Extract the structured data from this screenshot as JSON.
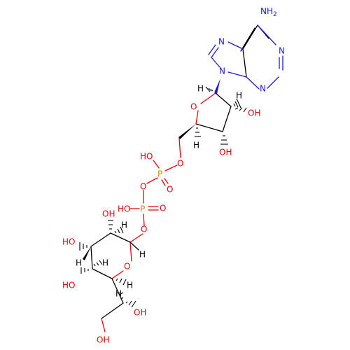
{
  "colors": {
    "oxygen": "#e8000b",
    "nitrogen": "#1b1bd6",
    "phosphorus": "#d08a00",
    "carbon": "#000000",
    "background": "#ffffff"
  },
  "labels": {
    "adenine_nh2": "NH",
    "adenine_nh2_sub": "2",
    "n_top_left": "N",
    "n_top_right": "N",
    "n_bottom": "N",
    "n_glycosidic": "N",
    "ribose_o": "O",
    "ribose_h1": "H",
    "ribose_h2": "H",
    "ribose_oh2": "OH",
    "ribose_oh3": "OH",
    "ribose_h4": "H",
    "ch2_o": "O",
    "p1_oh": "HO",
    "p1": "P",
    "p1_o_double": "O",
    "p_bridge_o": "O",
    "p2_oh": "HO",
    "p2": "P",
    "p2_o_double": "O",
    "p2_ester_o": "O",
    "sugar_oh2": "OH",
    "sugar_h2": "H",
    "sugar_oh3": "HO",
    "sugar_h3": "H",
    "sugar_h1": "H",
    "ring_o": "O",
    "sugar_oh4": "HO",
    "sugar_h4": "H",
    "sugar_h5": "H",
    "side_h6": "H",
    "side_oh6": "OH",
    "terminal_oh": "OH"
  }
}
